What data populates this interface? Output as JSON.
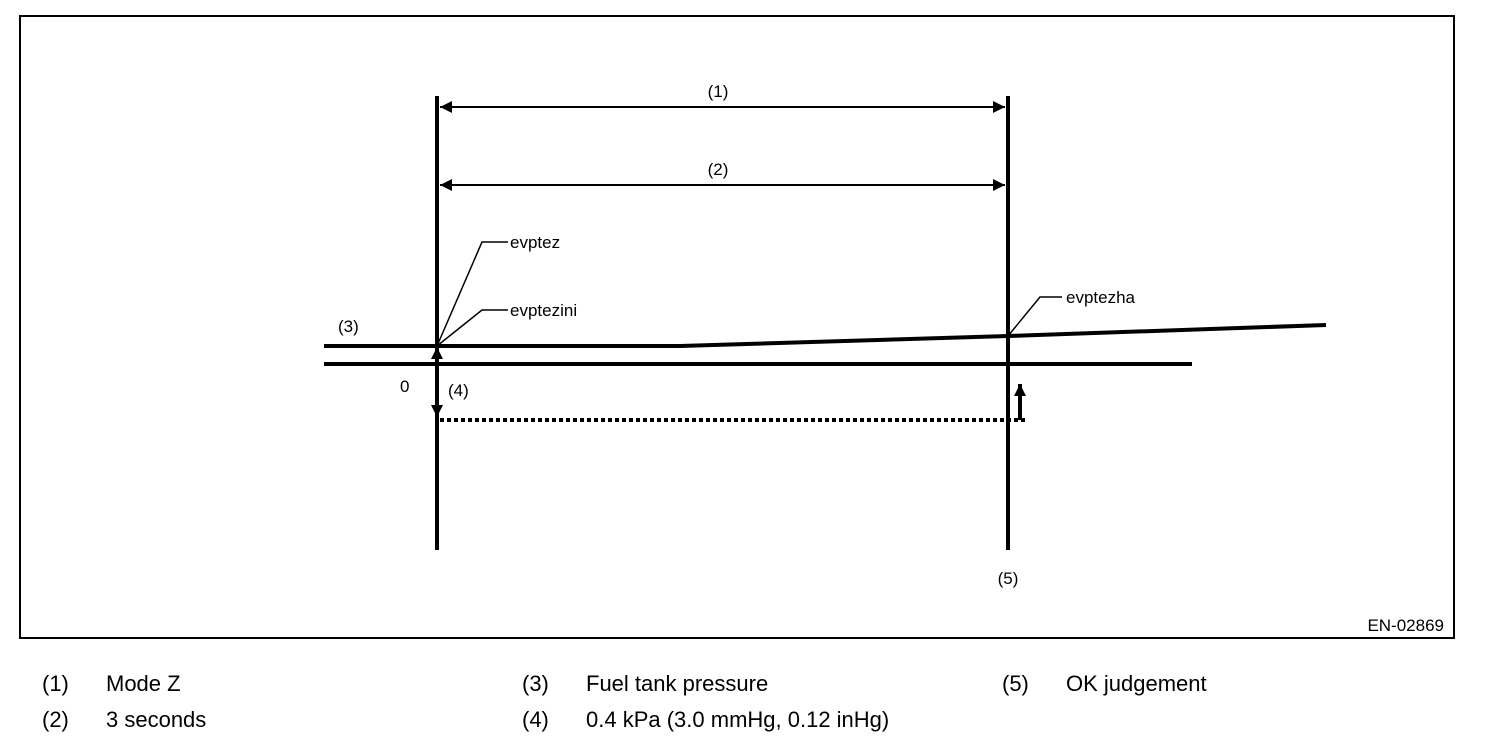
{
  "diagram": {
    "labels": {
      "mode_z": "(1)",
      "three_seconds": "(2)",
      "fuel_pressure": "(3)",
      "delta_pressure": "(4)",
      "ok_judgement": "(5)",
      "zero": "0",
      "evptez": "evptez",
      "evptezini": "evptezini",
      "evptezha": "evptezha"
    },
    "figure_id": "EN-02869"
  },
  "legend": [
    {
      "num": "(1)",
      "text": "Mode Z"
    },
    {
      "num": "(2)",
      "text": "3 seconds"
    },
    {
      "num": "(3)",
      "text": "Fuel tank pressure"
    },
    {
      "num": "(4)",
      "text": "0.4 kPa (3.0 mmHg, 0.12 inHg)"
    },
    {
      "num": "(5)",
      "text": "OK judgement"
    }
  ]
}
